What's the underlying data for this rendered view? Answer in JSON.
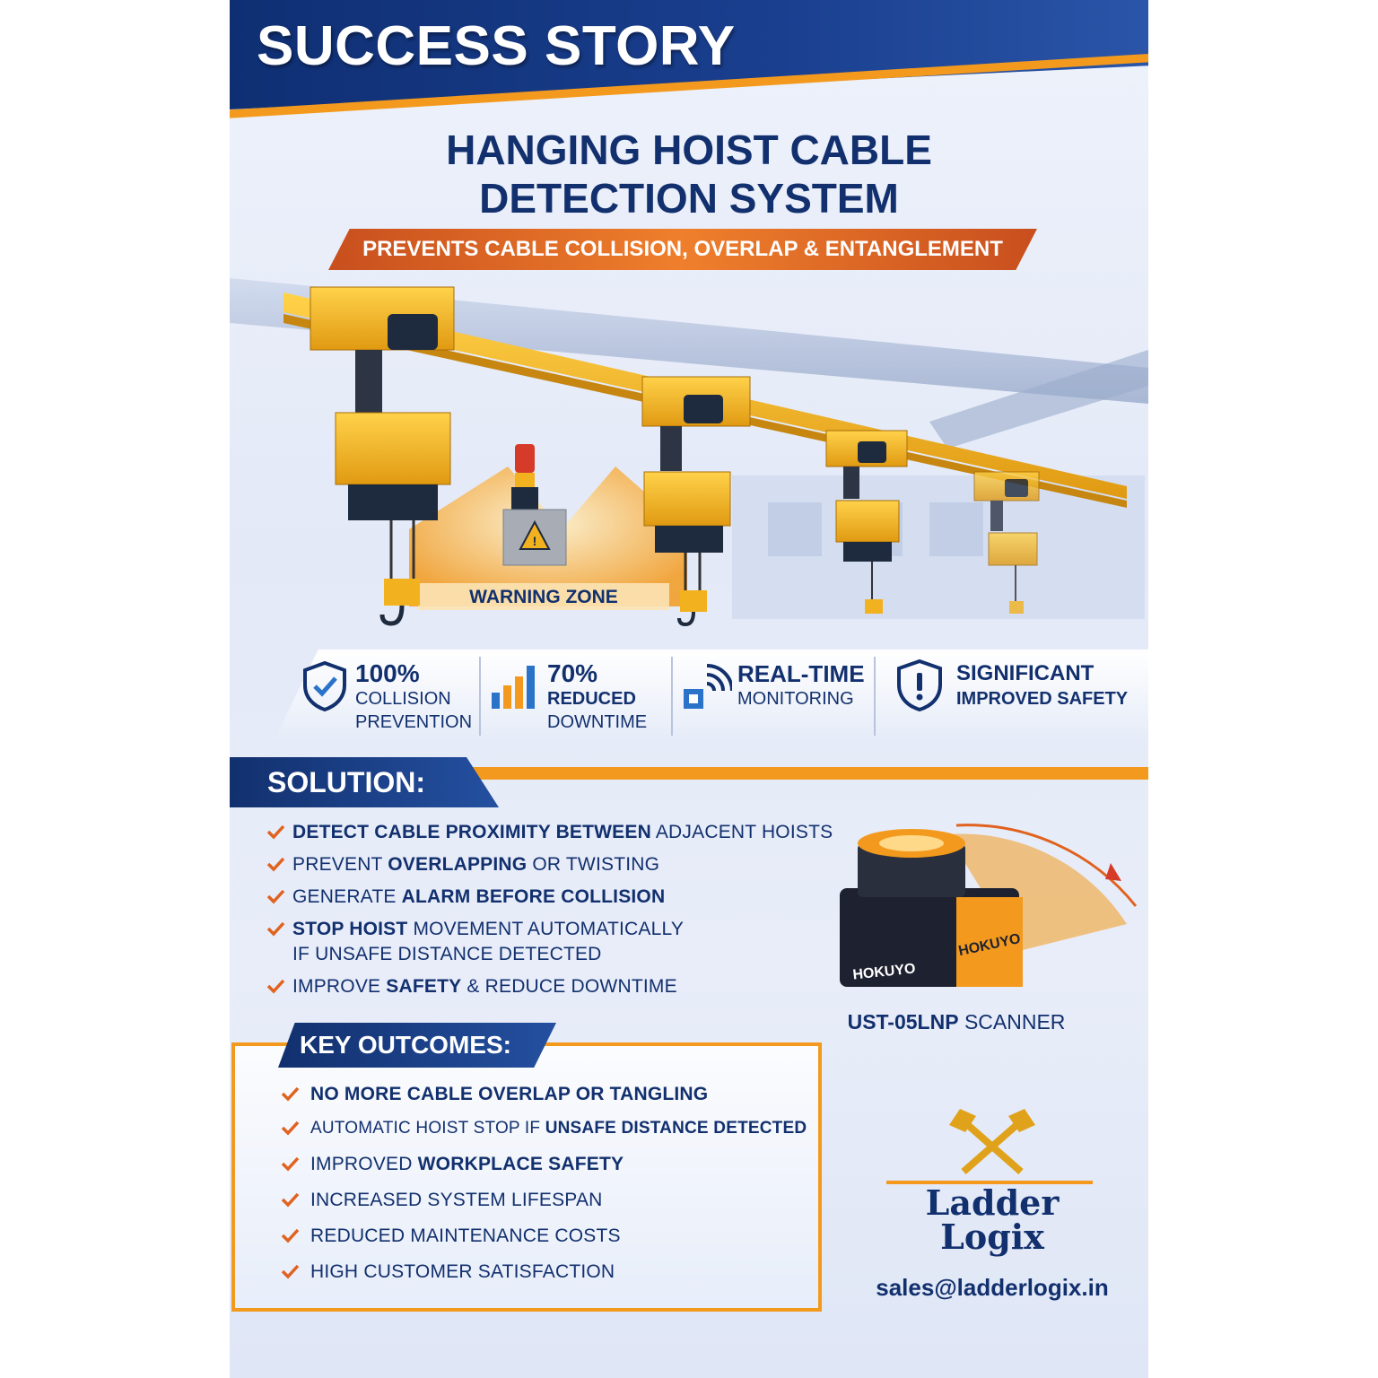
{
  "header": {
    "title": "SUCCESS STORY"
  },
  "main_title_line1": "HANGING HOIST CABLE",
  "main_title_line2": "DETECTION SYSTEM",
  "subtitle": "PREVENTS CABLE COLLISION, OVERLAP & ENTANGLEMENT",
  "hero": {
    "warning_label": "WARNING ZONE",
    "hoist_count": 4
  },
  "stats": [
    {
      "value": "100%",
      "line1": "COLLISION",
      "line2": "PREVENTION",
      "icon": "shield-check-icon"
    },
    {
      "value": "70%",
      "line1": "REDUCED",
      "line2": "DOWNTIME",
      "icon": "bar-chart-icon"
    },
    {
      "value": "REAL-TIME",
      "line1": "MONITORING",
      "line2": "",
      "icon": "wireless-signal-icon"
    },
    {
      "value": "SIGNIFICANT",
      "line1": "IMPROVED SAFETY",
      "line2": "",
      "icon": "shield-alert-icon"
    }
  ],
  "solution": {
    "heading": "SOLUTION:",
    "items": [
      {
        "bold": "DETECT CABLE PROXIMITY BETWEEN",
        "rest": " ADJACENT HOISTS"
      },
      {
        "pre": "PREVENT ",
        "bold": "OVERLAPPING",
        "rest": " OR TWISTING"
      },
      {
        "pre": "GENERATE ",
        "bold": "ALARM BEFORE COLLISION",
        "rest": ""
      },
      {
        "bold": "STOP HOIST",
        "rest": " MOVEMENT AUTOMATICALLY",
        "line2": "IF UNSAFE DISTANCE DETECTED"
      },
      {
        "pre": "IMPROVE ",
        "bold": "SAFETY",
        "rest": " & REDUCE DOWNTIME"
      }
    ]
  },
  "scanner": {
    "brand_front": "HOKUYO",
    "brand_side": "HOKUYO",
    "model": "UST-05LNP",
    "caption_rest": " SCANNER"
  },
  "outcomes": {
    "heading": "KEY OUTCOMES:",
    "items": [
      {
        "bold": "NO MORE CABLE OVERLAP OR TANGLING",
        "pre": "",
        "rest": ""
      },
      {
        "pre": "AUTOMATIC HOIST STOP IF ",
        "bold": "UNSAFE DISTANCE DETECTED",
        "rest": ""
      },
      {
        "pre": "IMPROVED ",
        "bold": "WORKPLACE SAFETY",
        "rest": ""
      },
      {
        "pre": "INCREASED SYSTEM LIFESPAN",
        "bold": "",
        "rest": ""
      },
      {
        "pre": "REDUCED MAINTENANCE COSTS",
        "bold": "",
        "rest": ""
      },
      {
        "pre": "HIGH CUSTOMER SATISFACTION",
        "bold": "",
        "rest": ""
      }
    ]
  },
  "brand": {
    "name_line1": "Ladder",
    "name_line2": "Logix",
    "logo_icon": "crossed-axes-icon",
    "email": "sales@ladderlogix.in"
  },
  "colors": {
    "navy": "#12306e",
    "orange": "#f39a1e",
    "hoist_yellow": "#f2b21f",
    "alert_red": "#d63b2a"
  }
}
